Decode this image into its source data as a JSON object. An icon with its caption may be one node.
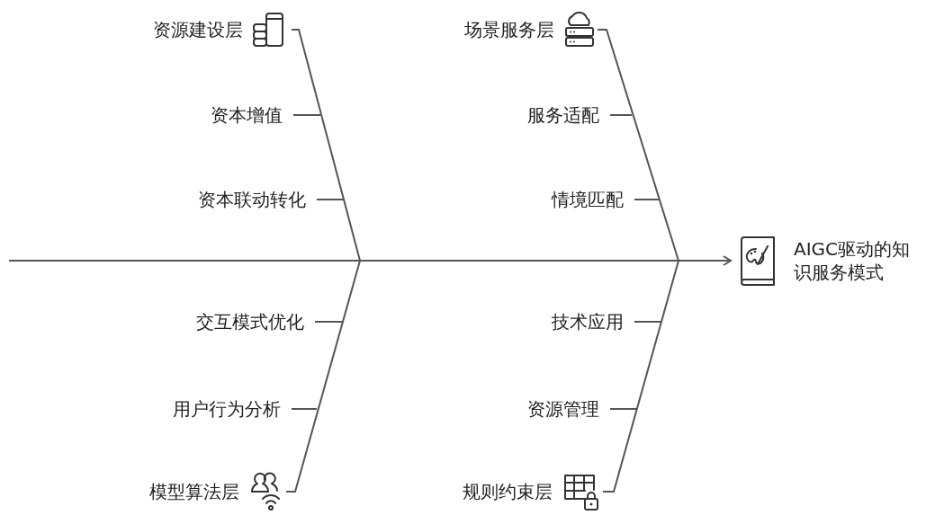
{
  "diagram": {
    "nodes": [
      {
        "text": [
          "资源建设层"
        ]
      },
      {
        "text": [
          "资本增值"
        ]
      },
      {
        "text": [
          "资本联动转化"
        ]
      },
      {
        "text": [
          "场景服务层"
        ]
      },
      {
        "text": [
          "服务适配"
        ]
      },
      {
        "text": [
          "情境匹配"
        ]
      },
      {
        "text": [
          "AIGC驱动的知识服务模式"
        ]
      },
      {
        "text": [
          "交互模式优化"
        ]
      },
      {
        "text": [
          "用户行为分析"
        ]
      },
      {
        "text": [
          "模型算法层"
        ]
      },
      {
        "text": [
          "技术应用"
        ]
      },
      {
        "text": [
          "资源管理"
        ]
      },
      {
        "text": [
          "规则约束层"
        ]
      }
    ],
    "edges": [
      {
        "from": null,
        "to": 6,
        "arrow": "to"
      },
      {
        "from": 0,
        "to": null,
        "arrow": "none"
      },
      {
        "from": 3,
        "to": null,
        "arrow": "none"
      },
      {
        "from": 9,
        "to": null,
        "arrow": "none"
      },
      {
        "from": 12,
        "to": null,
        "arrow": "none"
      },
      {
        "from": 1,
        "to": null,
        "arrow": "none"
      },
      {
        "from": 2,
        "to": null,
        "arrow": "none"
      },
      {
        "from": 4,
        "to": null,
        "arrow": "none"
      },
      {
        "from": 5,
        "to": null,
        "arrow": "none"
      },
      {
        "from": 7,
        "to": null,
        "arrow": "none"
      },
      {
        "from": 8,
        "to": null,
        "arrow": "none"
      },
      {
        "from": 10,
        "to": null,
        "arrow": "none"
      },
      {
        "from": 11,
        "to": null,
        "arrow": "none"
      }
    ]
  }
}
